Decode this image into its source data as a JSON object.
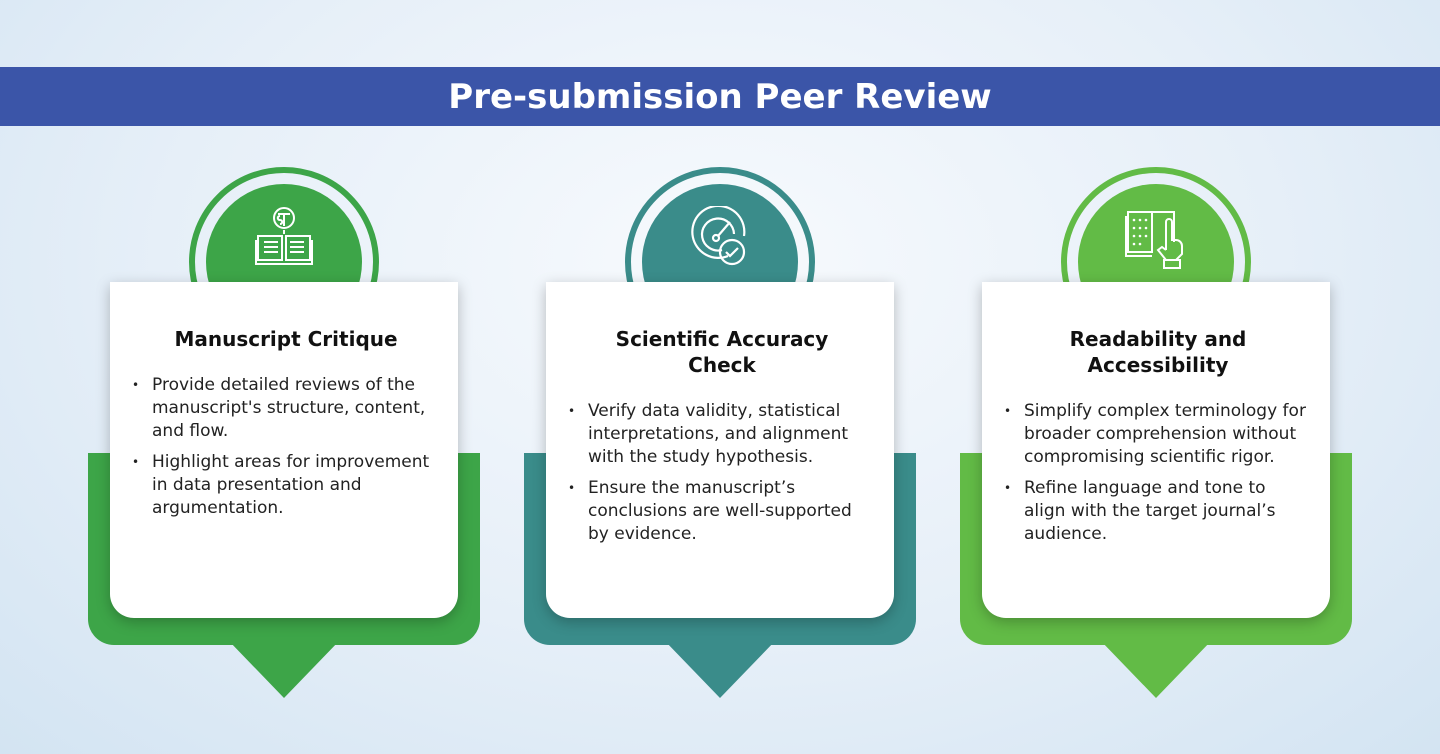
{
  "title": "Pre-submission Peer Review",
  "colors": {
    "header": "#3b55a8",
    "green": "#3da548",
    "teal": "#3a8c8a",
    "lightgreen": "#62bb46"
  },
  "cards": [
    {
      "icon": "book-with-pen-icon",
      "title": "Manuscript Critique",
      "bullets": [
        "Provide detailed reviews of the manuscript's structure, content, and flow.",
        "Highlight areas for improvement in data presentation and argumentation."
      ]
    },
    {
      "icon": "gauge-check-icon",
      "title": "Scientific Accuracy Check",
      "bullets": [
        "Verify data validity, statistical interpretations, and alignment with the study hypothesis.",
        "Ensure the manuscript’s conclusions are well-supported by evidence."
      ]
    },
    {
      "icon": "braille-book-hand-icon",
      "title": "Readability and Accessibility",
      "bullets": [
        "Simplify complex terminology for broader comprehension without compromising scientific rigor.",
        "Refine language and tone to align with the target journal’s audience."
      ]
    }
  ]
}
